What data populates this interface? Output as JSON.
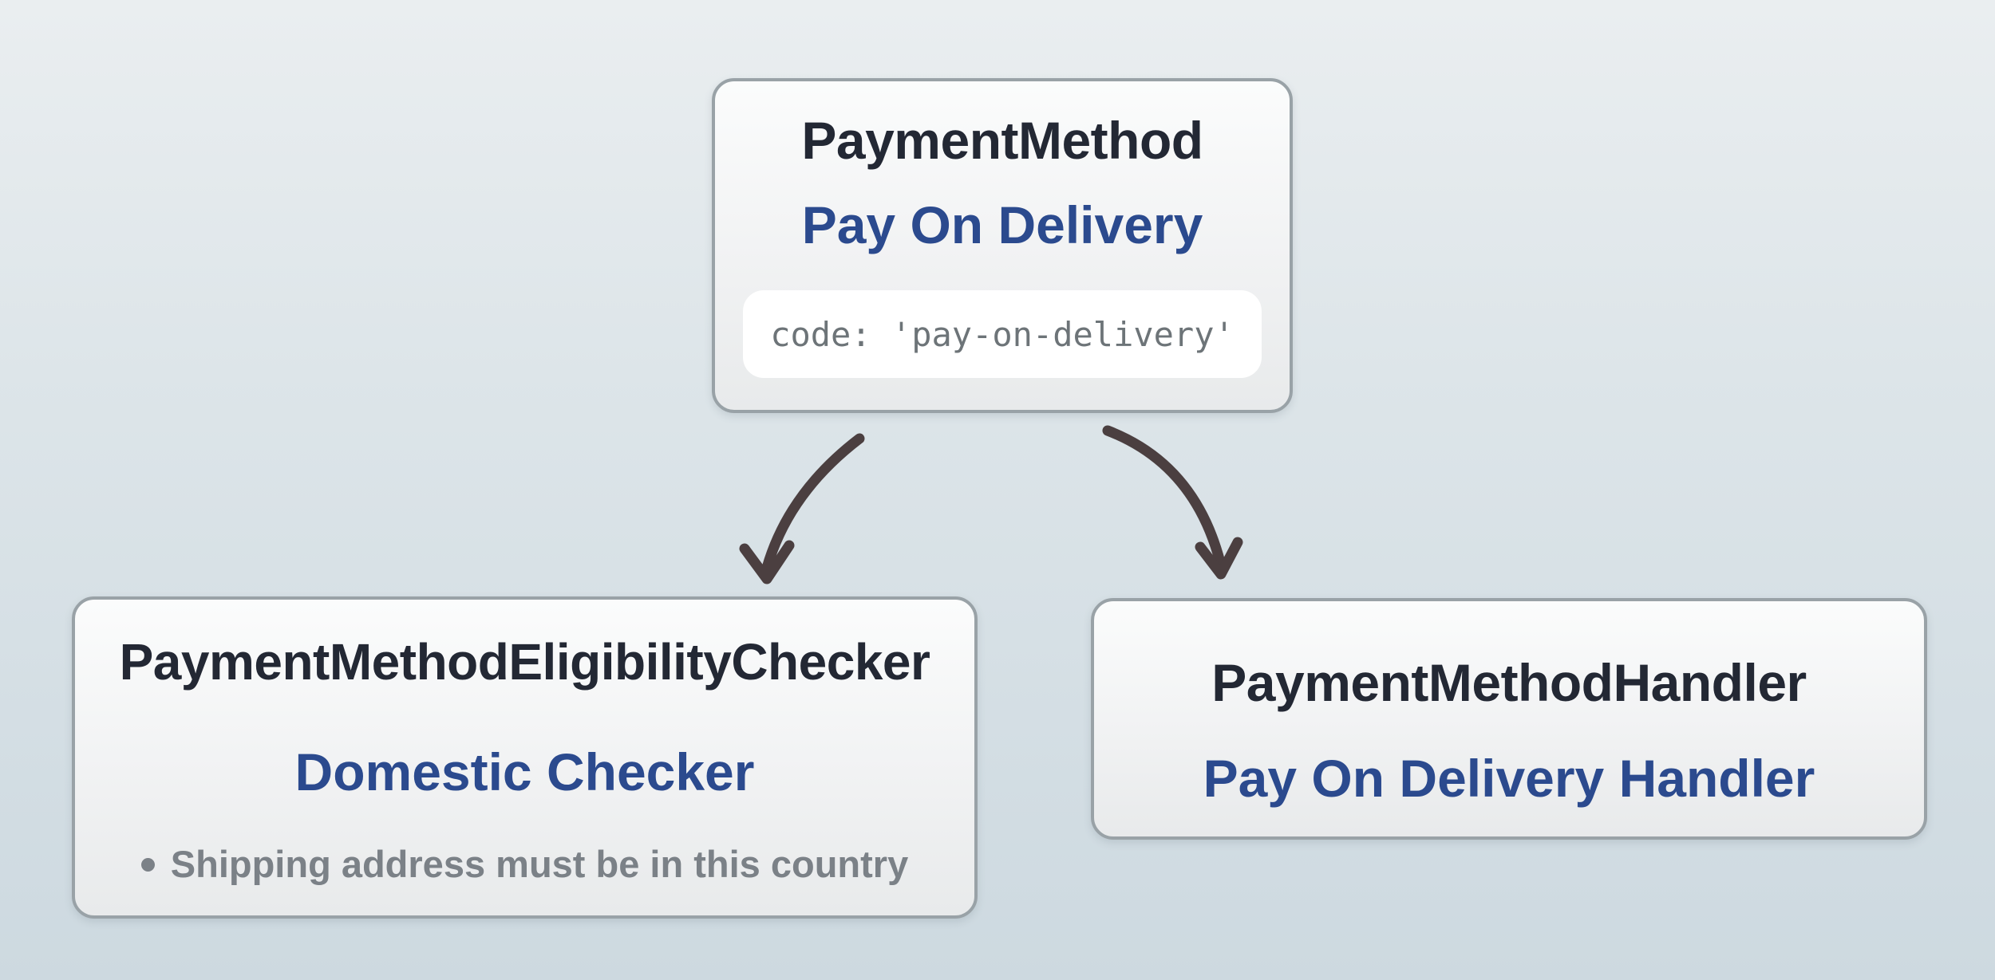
{
  "nodes": {
    "payment_method": {
      "class_name": "PaymentMethod",
      "instance_name": "Pay On Delivery",
      "code": "code: 'pay-on-delivery'"
    },
    "eligibility_checker": {
      "class_name": "PaymentMethodEligibilityChecker",
      "instance_name": "Domestic Checker",
      "rules": [
        "Shipping address must be in this country"
      ]
    },
    "handler": {
      "class_name": "PaymentMethodHandler",
      "instance_name": "Pay On Delivery Handler"
    }
  },
  "edges": [
    {
      "from": "payment_method",
      "to": "eligibility_checker"
    },
    {
      "from": "payment_method",
      "to": "handler"
    }
  ],
  "colors": {
    "background_top": "#eaeef0",
    "background_bottom": "#cdd9e0",
    "node_border": "#99a2a7",
    "node_fill_top": "#fbfcfc",
    "node_fill_bottom": "#e8eaeb",
    "class_name_text": "#232834",
    "instance_text": "#2b4a8e",
    "code_text": "#6d7478",
    "code_pill_background": "#ffffff",
    "rule_text": "#7b8187",
    "arrow": "#4b3f40"
  }
}
